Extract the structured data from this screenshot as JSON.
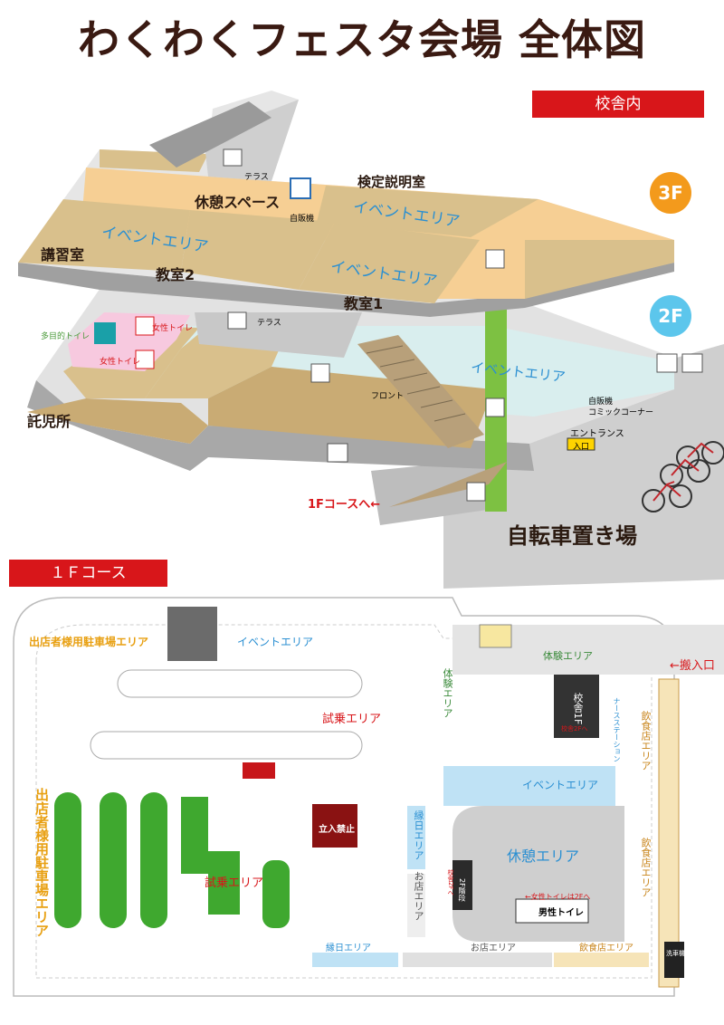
{
  "title": "わくわくフェスタ会場 全体図",
  "sections": {
    "school": "校舎内",
    "course": "１Ｆコース"
  },
  "floors": {
    "f3": {
      "label": "3F",
      "color": "#f39a1c"
    },
    "f2": {
      "label": "2F",
      "color": "#5cc6ec"
    }
  },
  "f3_labels": {
    "terrace": "テラス",
    "exam_room": "検定説明室",
    "rest_space": "休憩スペース",
    "vending": "自販機",
    "event_area_1": "イベントエリア",
    "event_area_2": "イベントエリア",
    "event_area_3": "イベントエリア",
    "lecture_room": "講習室",
    "classroom2": "教室2",
    "classroom1": "教室1"
  },
  "f2_labels": {
    "multi_toilet": "多目的トイレ",
    "womens_toilet_1": "女性トイレ",
    "womens_toilet_2": "女性トイレ",
    "terrace": "テラス",
    "front": "フロント",
    "event_area": "イベントエリア",
    "vending_comic": "自販機",
    "comic_corner": "コミックコーナー",
    "entrance": "エントランス",
    "entrance_sign": "入口",
    "nursery": "託児所",
    "to_course": "1Fコースへ←",
    "bike_parking": "自転車置き場"
  },
  "course_labels": {
    "exhibitor_parking_top": "出店者様用駐車場エリア",
    "event_area_top": "イベントエリア",
    "experience_area": "体験エリア",
    "delivery_entrance": "←搬入口",
    "test_ride_area_1": "試乗エリア",
    "experience_area_vertical": "体験エリア",
    "school_building": "校舎1F",
    "nurse_station": "ナースステーション",
    "food_area_vertical_1": "飲食店エリア",
    "event_area_mid": "イベントエリア",
    "no_entry": "立入禁止",
    "exhibitor_parking_left": "出店者様用駐車場エリア",
    "test_ride_area_2": "試乗エリア",
    "fair_area_vertical": "縁日エリア",
    "shop_area_vertical": "お店エリア",
    "rest_area": "休憩エリア",
    "mens_toilet": "男性トイレ",
    "womens_toilet_note": "←女性トイレは2Fへ",
    "second_floor_stairs": "2F階段",
    "to_school_2f_a": "校舎2Fへ",
    "to_school_2f_b": "校舎2Fへ",
    "food_area_vertical_2": "飲食店エリア",
    "fair_area_bottom": "縁日エリア",
    "shop_area_bottom": "お店エリア",
    "food_area_bottom": "飲食店エリア",
    "washroom": "洗車機"
  }
}
